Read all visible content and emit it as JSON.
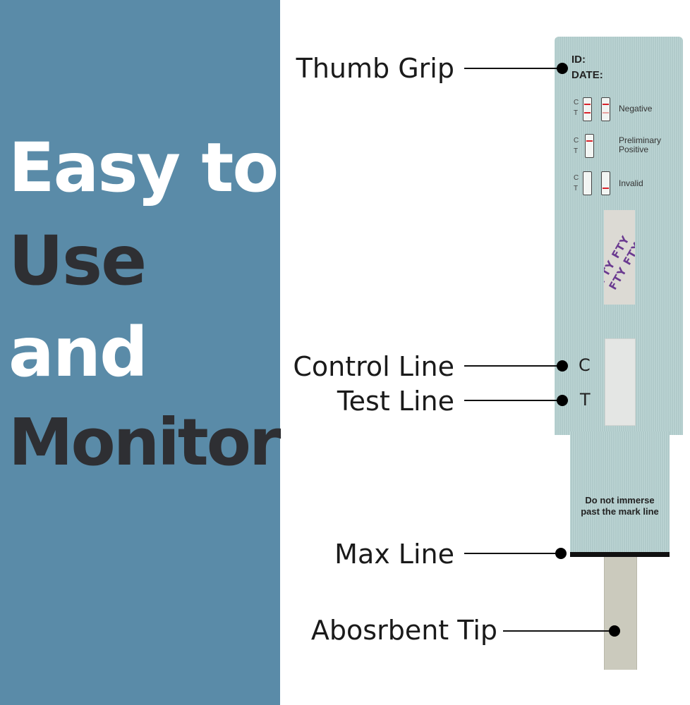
{
  "colors": {
    "panel_bg": "#5a8ba8",
    "headline_white": "#ffffff",
    "headline_dark": "#2e2f33",
    "strip": "#b6d1d0",
    "test_line_red": "#d9232b",
    "seal_text": "#6a3a90"
  },
  "headline": {
    "line1": "Easy to",
    "line2": "Use",
    "line3": "and",
    "line4": "Monitor"
  },
  "callouts": {
    "thumb_grip": "Thumb Grip",
    "control_line": "Control Line",
    "test_line": "Test Line",
    "max_line": "Max Line",
    "absorbent_tip": "Abosrbent Tip"
  },
  "strip": {
    "id_label": "ID:",
    "date_label": "DATE:",
    "legend": {
      "c": "C",
      "t": "T",
      "negative": "Negative",
      "preliminary_positive_1": "Preliminary",
      "preliminary_positive_2": "Positive",
      "invalid": "Invalid"
    },
    "seal_text": "FTY FTY FTY FTY",
    "window_c": "C",
    "window_t": "T",
    "note_line1": "Do not immerse",
    "note_line2": "past the mark line"
  }
}
